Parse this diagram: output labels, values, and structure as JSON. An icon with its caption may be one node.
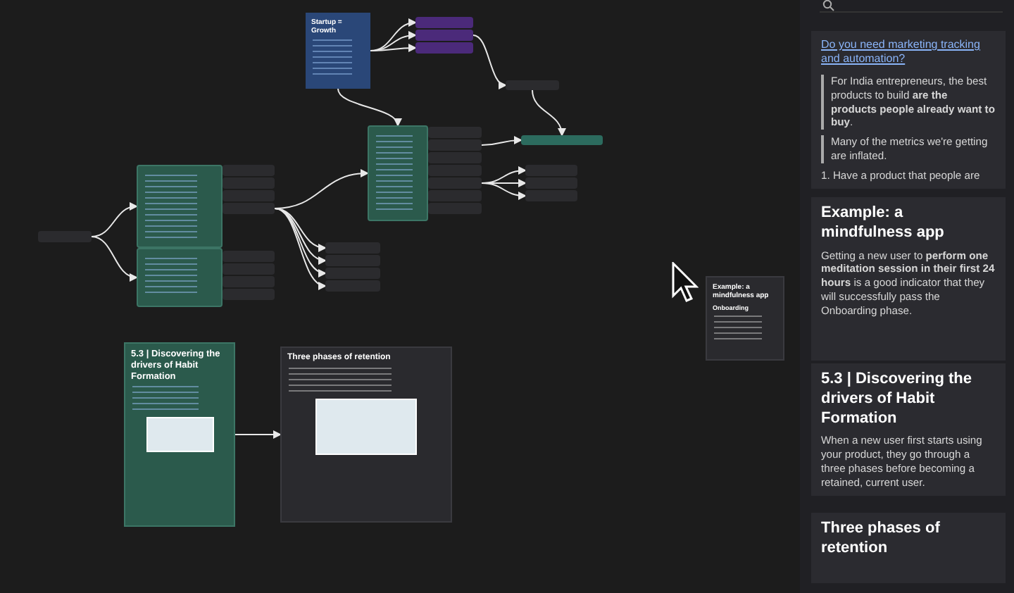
{
  "diagram": {
    "nodes": [
      {
        "text": [
          "Startup = Growth"
        ]
      },
      {
        "text": [],
        "shape": "box"
      },
      {
        "text": [],
        "shape": "box"
      },
      {
        "text": [],
        "shape": "box"
      },
      {
        "text": [],
        "shape": "box"
      },
      {
        "text": [],
        "shape": "box"
      },
      {
        "text": [],
        "shape": "box"
      },
      {
        "text": [],
        "shape": "box"
      },
      {
        "text": [],
        "shape": "box"
      },
      {
        "text": [],
        "shape": "box"
      },
      {
        "text": [],
        "shape": "box"
      },
      {
        "text": [],
        "shape": "box"
      },
      {
        "text": [],
        "shape": "box"
      },
      {
        "text": [],
        "shape": "box"
      },
      {
        "text": [],
        "shape": "box"
      },
      {
        "text": [],
        "shape": "box"
      },
      {
        "text": [],
        "shape": "box"
      },
      {
        "text": [],
        "shape": "box"
      },
      {
        "text": [],
        "shape": "box"
      },
      {
        "text": [],
        "shape": "box"
      },
      {
        "text": [],
        "shape": "box"
      },
      {
        "text": [],
        "shape": "box"
      },
      {
        "text": [],
        "shape": "box"
      },
      {
        "text": [],
        "shape": "box"
      },
      {
        "text": [],
        "shape": "box"
      },
      {
        "text": [],
        "shape": "box"
      },
      {
        "text": [],
        "shape": "box"
      },
      {
        "text": [],
        "shape": "box"
      },
      {
        "text": [],
        "shape": "box"
      },
      {
        "text": [],
        "shape": "box"
      },
      {
        "text": [],
        "shape": "box"
      },
      {
        "text": [],
        "shape": "box"
      },
      {
        "text": [
          "Example: a mindfulness app",
          "Onboarding"
        ]
      },
      {
        "text": [
          "5.3 | Discovering the drivers of Habit Formation"
        ]
      },
      {
        "text": [
          "Three phases of retention"
        ]
      },
      {
        "text": [
          "Do you need marketing tracking and automation?",
          "For India entrepreneurs, the best products to build **are the products people already want to buy**.",
          "Many of the metrics we're getting are inflated.",
          "1. Have a product that people are"
        ]
      },
      {
        "text": [
          "Example: a mindfulness app",
          "Getting a new user to **perform one meditation session in their first 24 hours** is a good indicator that they will successfully pass the Onboarding phase."
        ]
      },
      {
        "text": [
          "5.3 | Discovering the drivers of Habit Formation",
          "When a new user first starts using your product, they go through a three phases before becoming a retained, current user."
        ]
      },
      {
        "text": [
          "Three phases of retention"
        ]
      }
    ],
    "edges": [
      {
        "from": 0,
        "to": 1,
        "arrow": "to"
      },
      {
        "from": 0,
        "to": 2,
        "arrow": "to"
      },
      {
        "from": 0,
        "to": 3,
        "arrow": "to"
      },
      {
        "from": 2,
        "to": 4,
        "arrow": "to"
      },
      {
        "from": 4,
        "to": 5,
        "arrow": "to"
      },
      {
        "from": 0,
        "to": 6,
        "arrow": "to"
      },
      {
        "from": 8,
        "to": 5,
        "arrow": "to"
      },
      {
        "from": 11,
        "to": 14,
        "arrow": "to"
      },
      {
        "from": 11,
        "to": 15,
        "arrow": "to"
      },
      {
        "from": 11,
        "to": 16,
        "arrow": "to"
      },
      {
        "from": 17,
        "to": 18,
        "arrow": "to"
      },
      {
        "from": 17,
        "to": 23,
        "arrow": "to"
      },
      {
        "from": 22,
        "to": 6,
        "arrow": "to"
      },
      {
        "from": 22,
        "to": 28,
        "arrow": "to"
      },
      {
        "from": 22,
        "to": 29,
        "arrow": "to"
      },
      {
        "from": 22,
        "to": 30,
        "arrow": "to"
      },
      {
        "from": 22,
        "to": 31,
        "arrow": "to"
      },
      {
        "from": 33,
        "to": 34,
        "arrow": "to"
      }
    ]
  }
}
